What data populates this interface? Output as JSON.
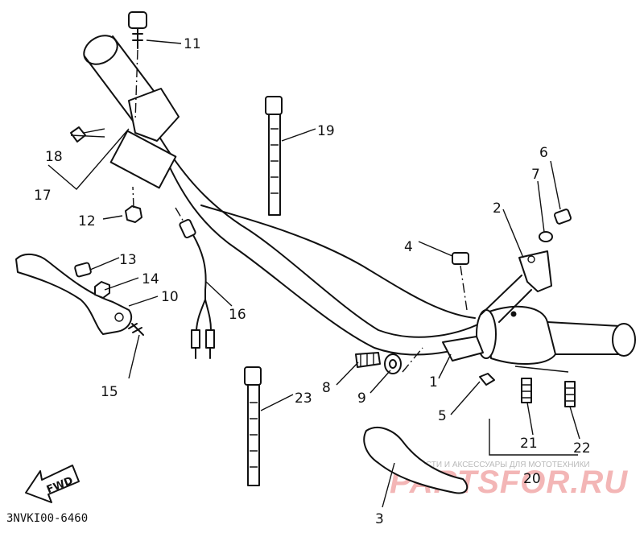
{
  "diagram_code": "3NVKI00-6460",
  "fwd_label": "FWD",
  "watermark": {
    "subtitle": "ЗАПЧАСТИ И АКСЕССУАРЫ ДЛЯ МОТОТЕХНИКИ",
    "brand": "PARTSFOR.RU"
  },
  "callouts": [
    {
      "id": "1",
      "label": "1"
    },
    {
      "id": "2",
      "label": "2"
    },
    {
      "id": "3",
      "label": "3"
    },
    {
      "id": "4",
      "label": "4"
    },
    {
      "id": "5",
      "label": "5"
    },
    {
      "id": "6",
      "label": "6"
    },
    {
      "id": "7",
      "label": "7"
    },
    {
      "id": "8",
      "label": "8"
    },
    {
      "id": "9",
      "label": "9"
    },
    {
      "id": "10",
      "label": "10"
    },
    {
      "id": "11",
      "label": "11"
    },
    {
      "id": "12",
      "label": "12"
    },
    {
      "id": "13",
      "label": "13"
    },
    {
      "id": "14",
      "label": "14"
    },
    {
      "id": "15",
      "label": "15"
    },
    {
      "id": "16",
      "label": "16"
    },
    {
      "id": "17",
      "label": "17"
    },
    {
      "id": "18",
      "label": "18"
    },
    {
      "id": "19",
      "label": "19"
    },
    {
      "id": "20",
      "label": "20"
    },
    {
      "id": "21",
      "label": "21"
    },
    {
      "id": "22",
      "label": "22"
    },
    {
      "id": "23",
      "label": "23"
    }
  ]
}
